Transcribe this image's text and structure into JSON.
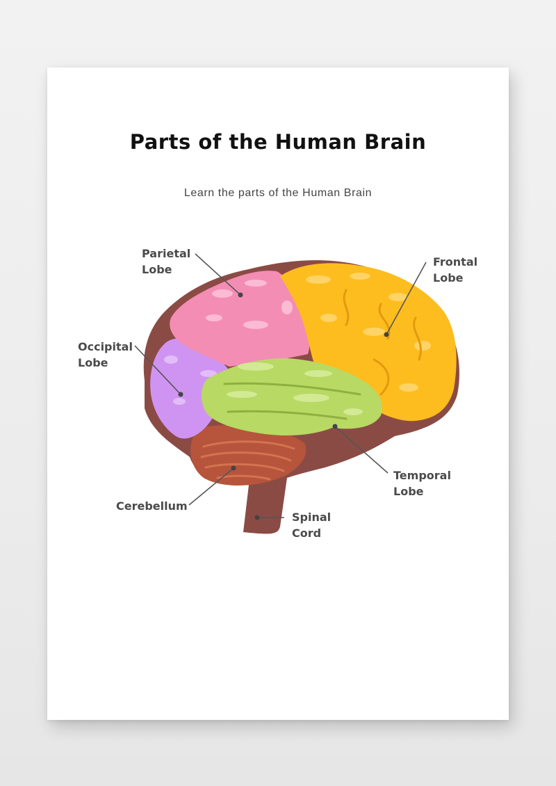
{
  "title": "Parts of the Human Brain",
  "subtitle": "Learn the parts of the Human Brain",
  "labels": {
    "parietal": [
      "Parietal",
      "Lobe"
    ],
    "frontal": [
      "Frontal",
      "Lobe"
    ],
    "occipital": [
      "Occipital",
      "Lobe"
    ],
    "temporal": [
      "Temporal",
      "Lobe"
    ],
    "cerebellum": [
      "Cerebellum"
    ],
    "spinal": [
      "Spinal",
      "Cord"
    ]
  },
  "colors": {
    "outline": "#8b4b45",
    "parietal": "#f48db4",
    "frontal": "#fdbd1e",
    "occipital": "#cf94f2",
    "temporal": "#b8d964",
    "cerebellum": "#b6553c",
    "spinal_cord": "#8b4b45",
    "label_text": "#4a4a4a"
  }
}
